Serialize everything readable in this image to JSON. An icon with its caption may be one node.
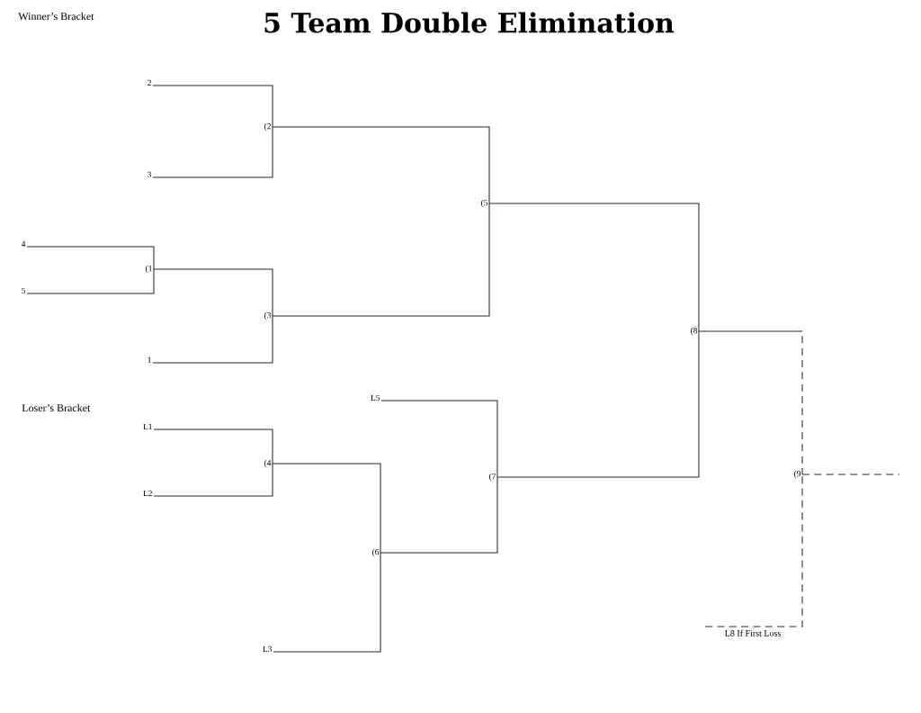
{
  "diagram": {
    "title": "5 Team Double Elimination",
    "nodes": [
      {
        "text": [
          "2"
        ]
      },
      {
        "text": [
          "3"
        ]
      },
      {
        "text": [
          "(2"
        ]
      },
      {
        "text": [
          "4"
        ]
      },
      {
        "text": [
          "5"
        ]
      },
      {
        "text": [
          "(1"
        ]
      },
      {
        "text": [
          "1"
        ]
      },
      {
        "text": [
          "(3"
        ]
      },
      {
        "text": [
          "(5"
        ]
      },
      {
        "text": [
          "L1"
        ]
      },
      {
        "text": [
          "L2"
        ]
      },
      {
        "text": [
          "(4"
        ]
      },
      {
        "text": [
          "L3"
        ]
      },
      {
        "text": [
          "(6"
        ]
      },
      {
        "text": [
          "L5"
        ]
      },
      {
        "text": [
          "(7"
        ]
      },
      {
        "text": [
          "(8"
        ]
      },
      {
        "text": [
          "(9"
        ]
      },
      {
        "text": [
          "L8 If First Loss"
        ]
      }
    ],
    "edges": [
      {
        "from": 0,
        "to": 2,
        "arrow": "none"
      },
      {
        "from": 1,
        "to": 2,
        "arrow": "none"
      },
      {
        "from": 3,
        "to": 5,
        "arrow": "none"
      },
      {
        "from": 4,
        "to": 5,
        "arrow": "none"
      },
      {
        "from": 5,
        "to": 7,
        "arrow": "none"
      },
      {
        "from": 6,
        "to": 7,
        "arrow": "none"
      },
      {
        "from": 2,
        "to": 8,
        "arrow": "none"
      },
      {
        "from": 7,
        "to": 8,
        "arrow": "none"
      },
      {
        "from": 9,
        "to": 11,
        "arrow": "none"
      },
      {
        "from": 10,
        "to": 11,
        "arrow": "none"
      },
      {
        "from": 11,
        "to": 13,
        "arrow": "none"
      },
      {
        "from": 12,
        "to": 13,
        "arrow": "none"
      },
      {
        "from": 14,
        "to": 15,
        "arrow": "none"
      },
      {
        "from": 13,
        "to": 15,
        "arrow": "none"
      },
      {
        "from": 8,
        "to": 16,
        "arrow": "none"
      },
      {
        "from": 15,
        "to": 16,
        "arrow": "none"
      },
      {
        "from": 16,
        "to": 17,
        "arrow": "none",
        "style": "dashed"
      },
      {
        "from": 18,
        "to": 17,
        "arrow": "none",
        "style": "dashed"
      },
      {
        "from": 17,
        "to": null,
        "arrow": "none",
        "style": "dashed"
      }
    ],
    "labels": [
      "Winner’s Bracket",
      "Loser’s Bracket"
    ]
  }
}
